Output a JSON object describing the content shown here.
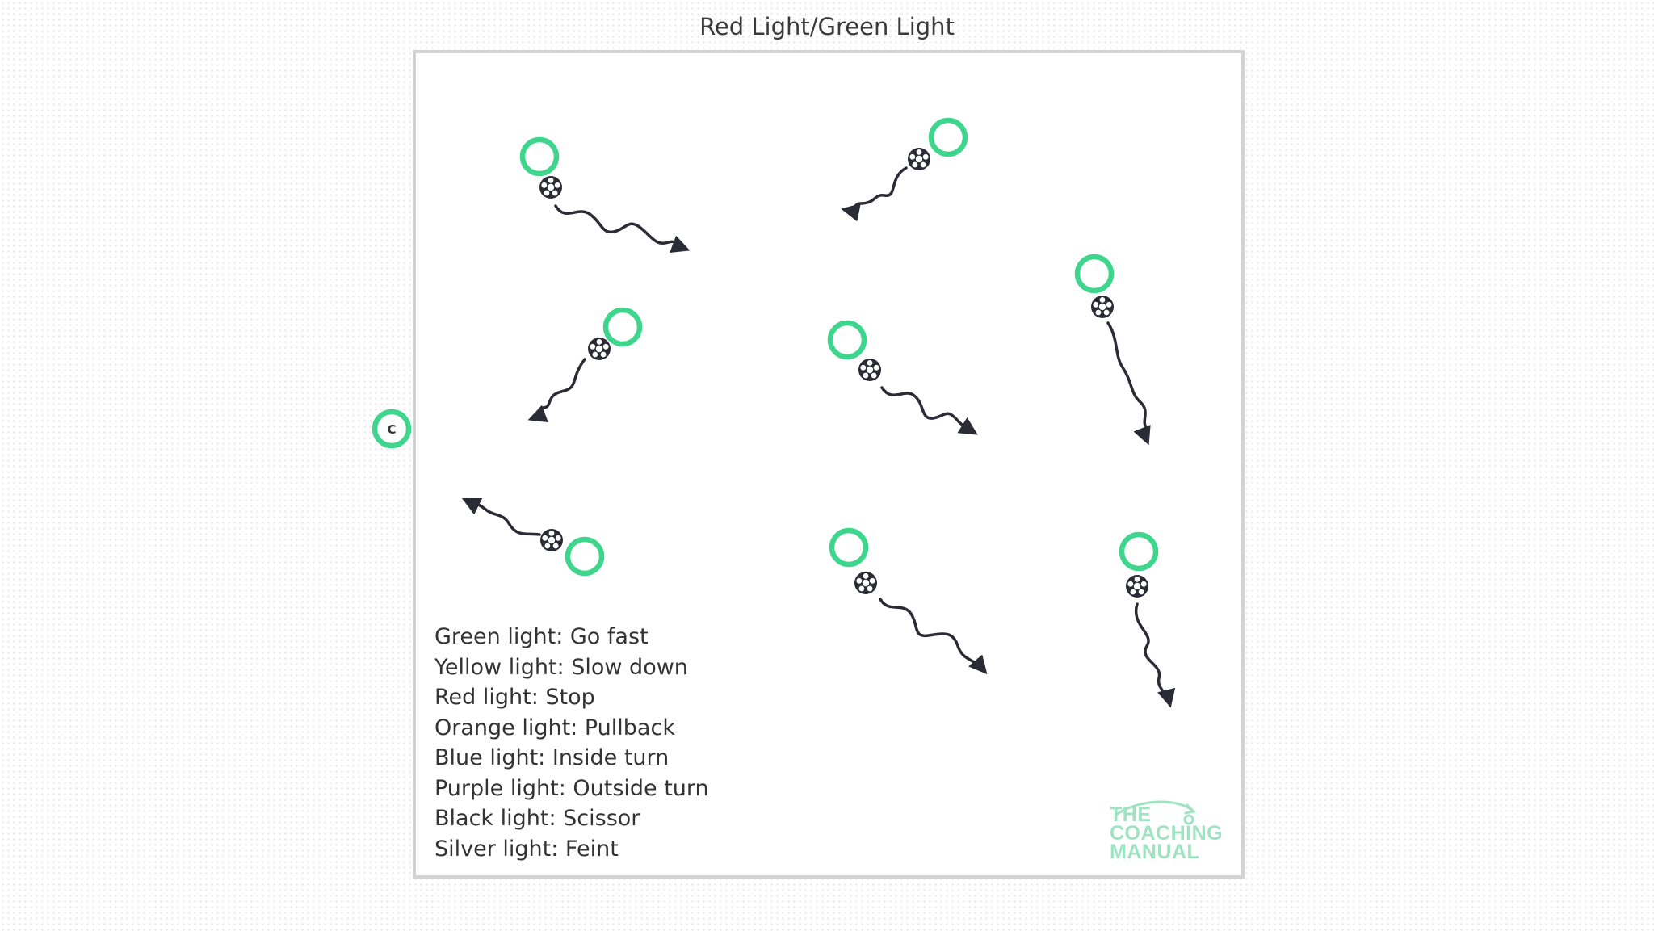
{
  "title": "Red Light/Green Light",
  "legend": [
    "Green light: Go fast",
    "Yellow light: Slow down",
    "Red light: Stop",
    "Orange light: Pullback",
    "Blue light: Inside turn",
    "Purple light: Outside turn",
    "Black light: Scissor",
    "Silver light: Feint"
  ],
  "coach_label": "C",
  "logo": [
    "THE",
    "COACHING",
    "MANUAL"
  ],
  "colors": {
    "player": "#3dd68c",
    "ball": "#2b2b36",
    "arrow": "#2b2b36",
    "pitch_border": "#d3d3d3",
    "logo": "#9fe3c2"
  },
  "icons": [
    "player-marker-icon",
    "football-icon",
    "dribble-arrow-icon",
    "coach-marker-icon"
  ]
}
